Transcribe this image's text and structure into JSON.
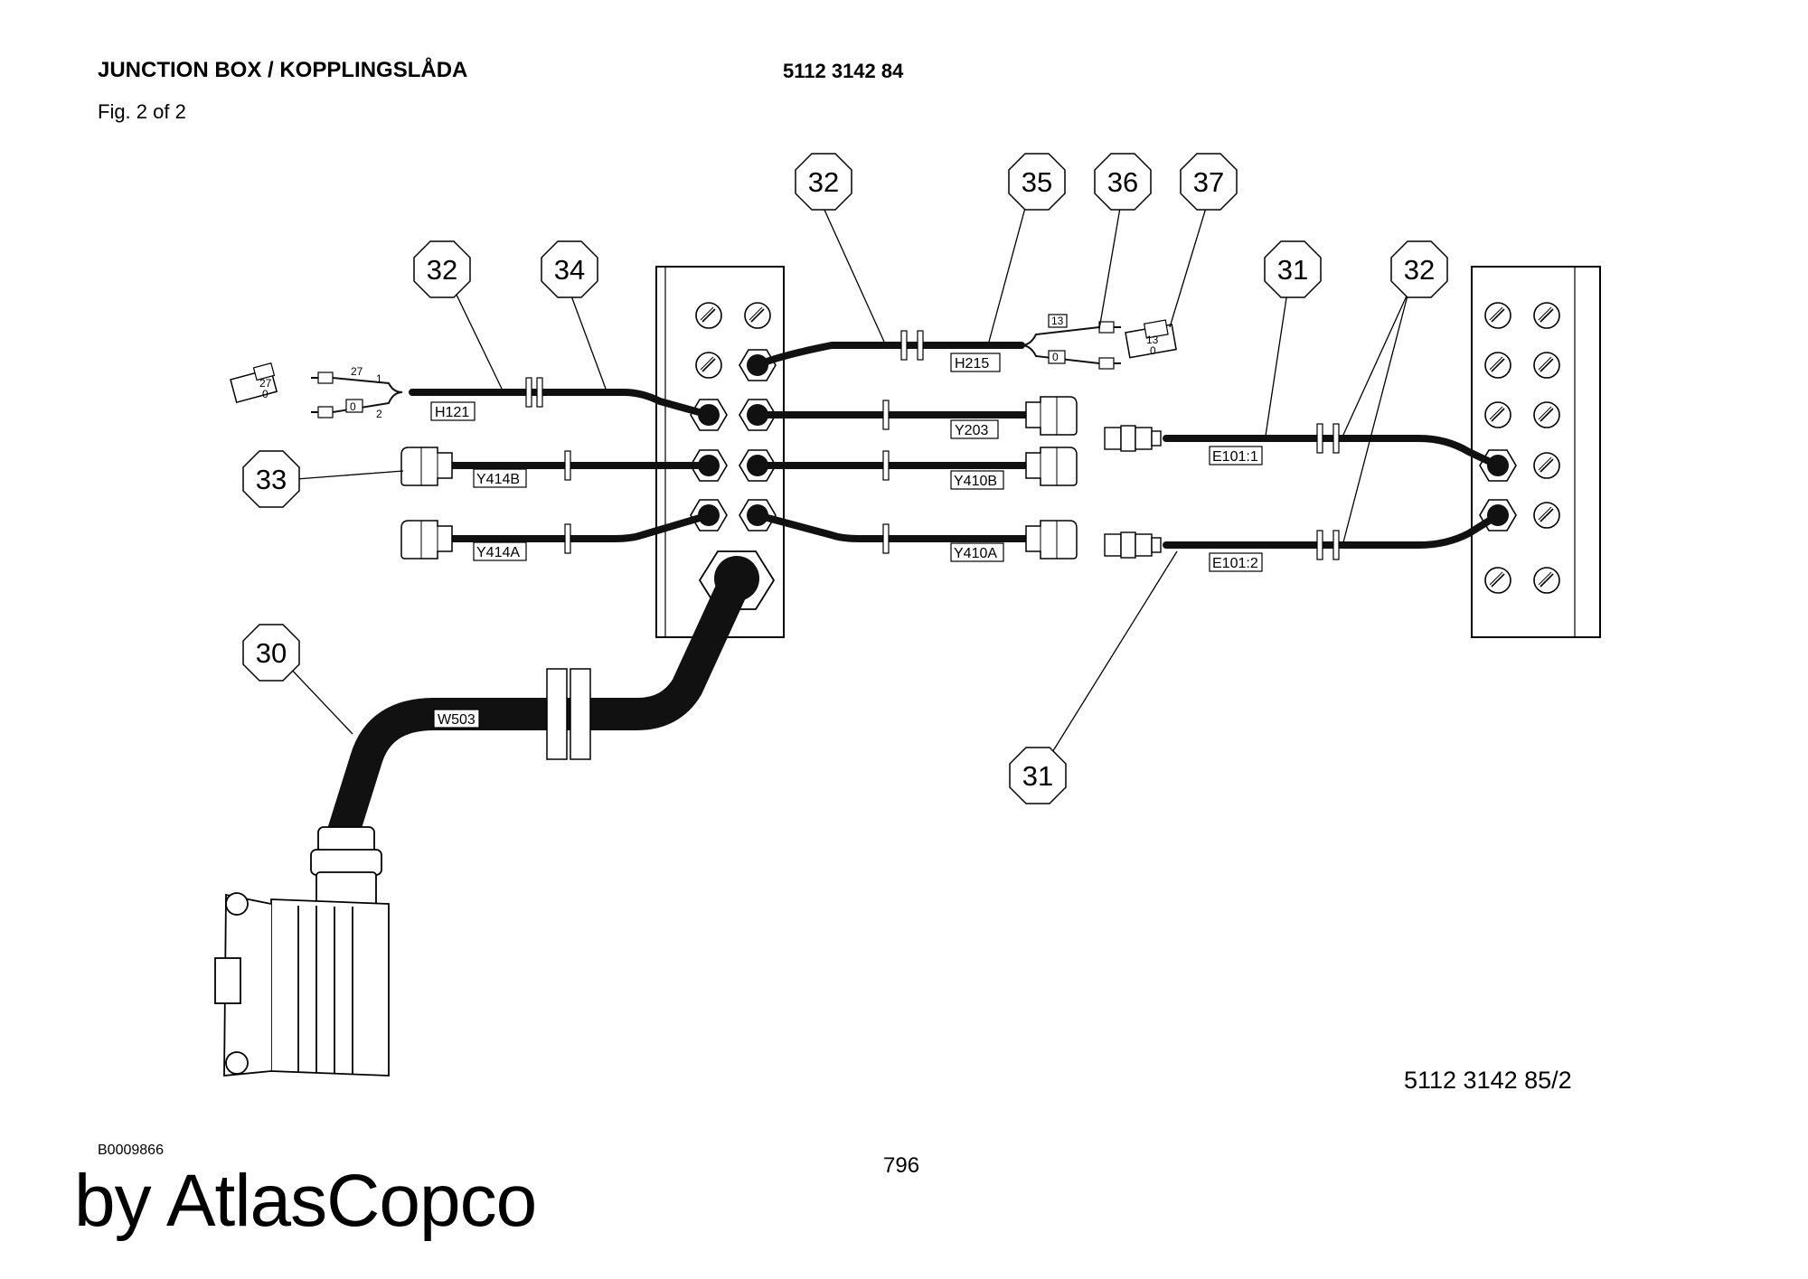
{
  "header": {
    "title": "JUNCTION BOX / KOPPLINGSLÅDA",
    "document_number": "5112 3142 84",
    "figure": "Fig. 2 of 2"
  },
  "drawing_number": "5112 3142 85/2",
  "image_code": "B0009866",
  "page_number": "796",
  "brand": "by AtlasCopco",
  "callouts": [
    "30",
    "31",
    "31",
    "32",
    "32",
    "32",
    "33",
    "34",
    "35",
    "36",
    "37"
  ],
  "wire_labels": [
    "H121",
    "Y414B",
    "Y414A",
    "H215",
    "Y203",
    "Y410B",
    "Y410A",
    "E101:1",
    "E101:2",
    "W503"
  ],
  "terminal_labels": [
    "27",
    "1",
    "0",
    "2",
    "13",
    "0",
    "13",
    "0"
  ]
}
